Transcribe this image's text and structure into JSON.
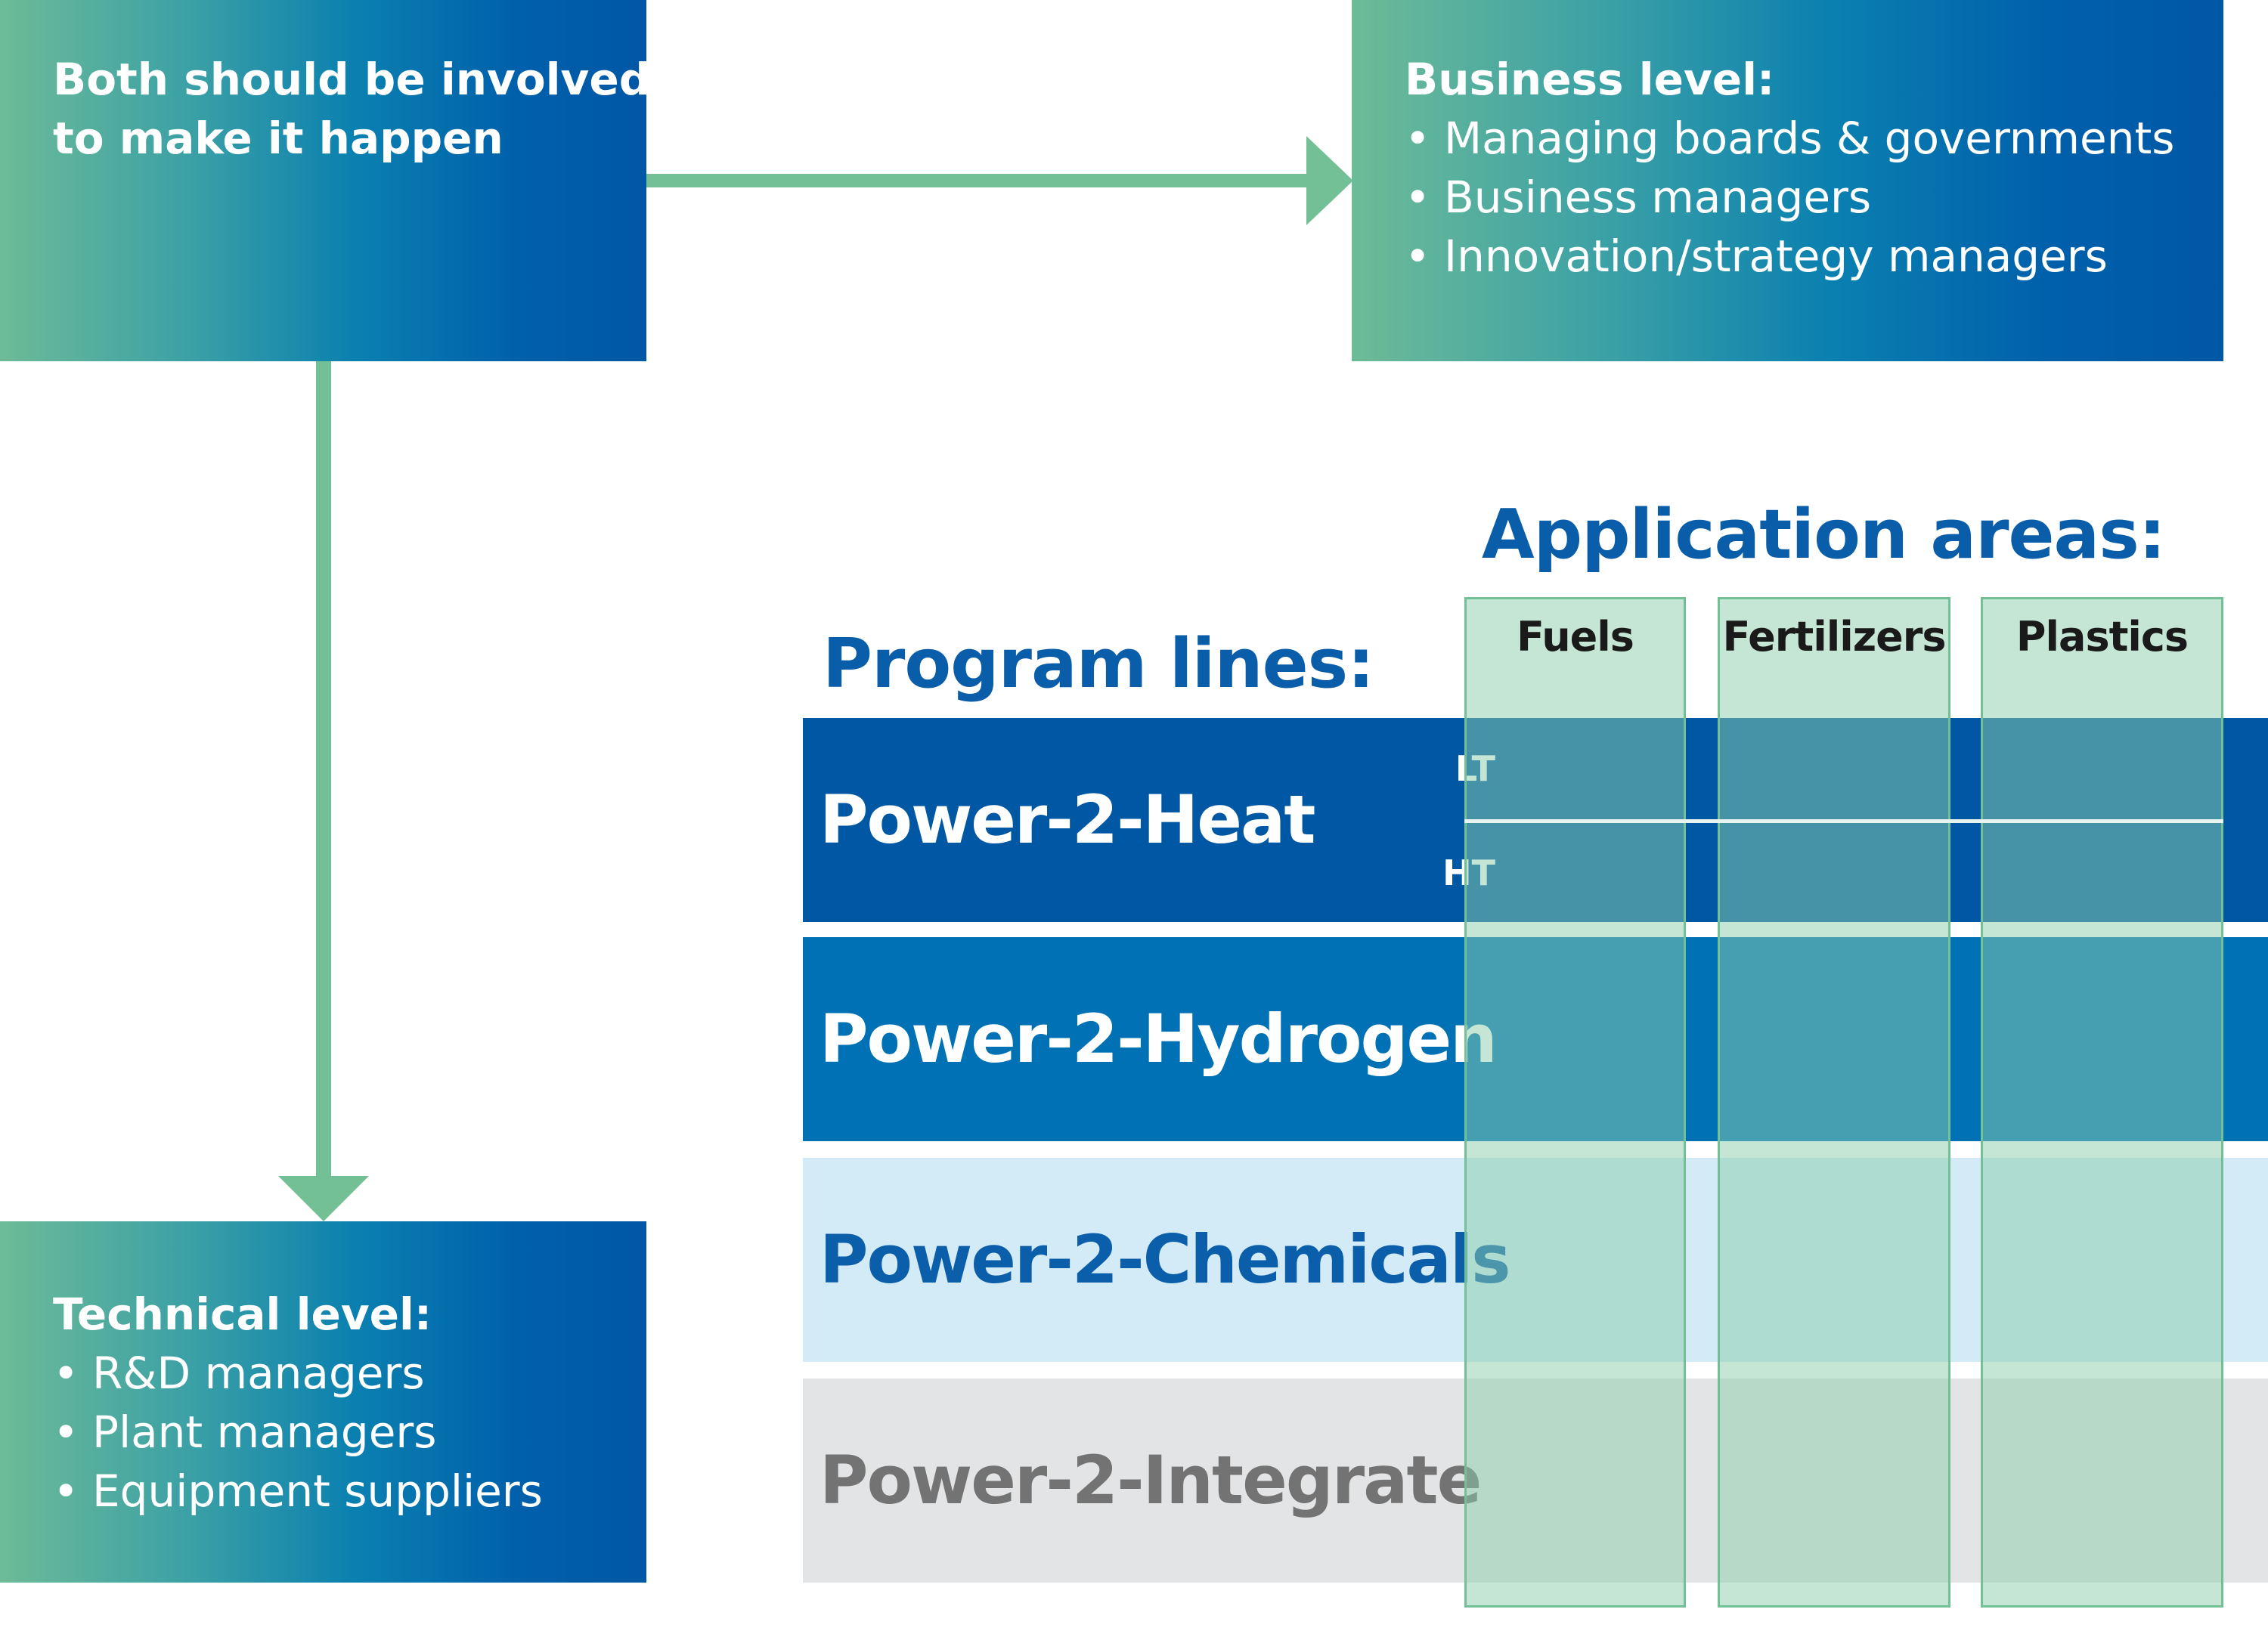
{
  "involved_box": {
    "line1": "Both should be involved",
    "line2": "to make it happen"
  },
  "business_box": {
    "title": "Business level:",
    "items": [
      "Managing boards & governments",
      "Business managers",
      "Innovation/strategy managers"
    ]
  },
  "technical_box": {
    "title": "Technical level:",
    "items": [
      "R&D managers",
      "Plant managers",
      "Equipment suppliers"
    ]
  },
  "bullet": "•",
  "application_areas": {
    "heading": "Application areas:",
    "columns": [
      "Fuels",
      "Fertilizers",
      "Plastics"
    ]
  },
  "program_lines": {
    "heading": "Program lines:",
    "rows": [
      {
        "label": "Power-2-Heat",
        "sub": [
          "LT",
          "HT"
        ]
      },
      {
        "label": "Power-2-Hydrogen"
      },
      {
        "label": "Power-2-Chemicals"
      },
      {
        "label": "Power-2-Integrate"
      }
    ]
  },
  "colors": {
    "arrow": "#74c096",
    "heading": "#0a5da8",
    "heat_row": "#0057a3",
    "hydrogen_row": "#0071b4",
    "chemicals_row": "#d3eaf7",
    "integrate_row": "#e3e4e5",
    "column_fill": "#8ccdac",
    "gradient_start": "#6dbb97",
    "gradient_end": "#0057a6"
  }
}
